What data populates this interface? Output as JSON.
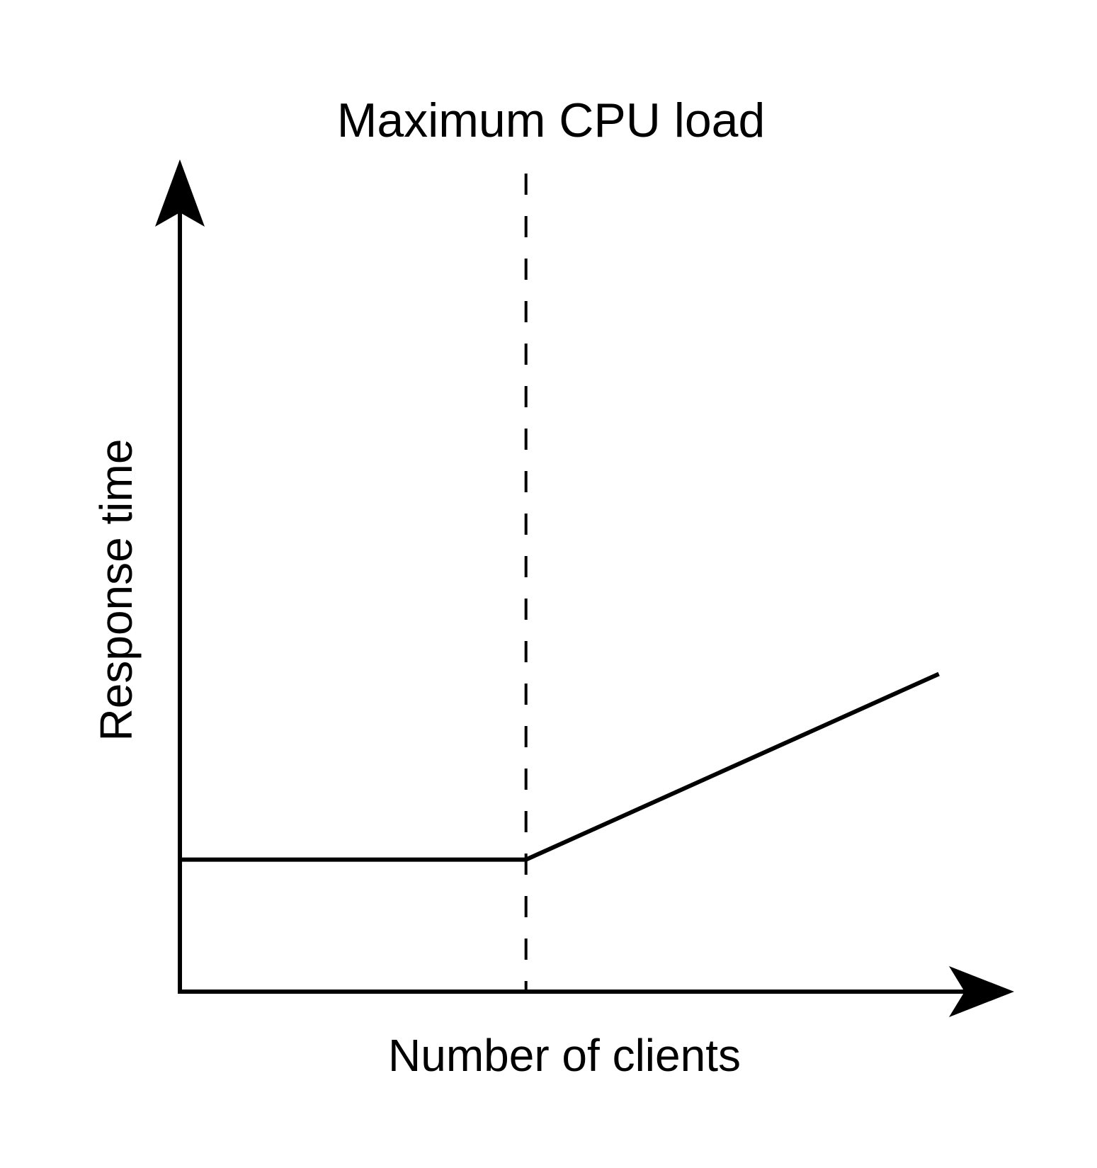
{
  "chart_data": {
    "type": "line",
    "annotation": "Maximum CPU load",
    "xlabel": "Number of clients",
    "ylabel": "Response time",
    "grid": false,
    "axis_ticks": false,
    "series": [
      {
        "values_x": [
          0,
          0.456,
          1.0
        ],
        "values_y": [
          0.16,
          0.16,
          0.385
        ]
      }
    ],
    "reference_lines": [
      {
        "orientation": "vertical",
        "x": 0.456,
        "style": "dashed",
        "label": "Maximum CPU load"
      }
    ],
    "xlim": [
      0,
      1.06
    ],
    "ylim": [
      0,
      1.0
    ],
    "colors": {
      "line": "#000000",
      "axes": "#000000",
      "background": "#ffffff"
    }
  }
}
